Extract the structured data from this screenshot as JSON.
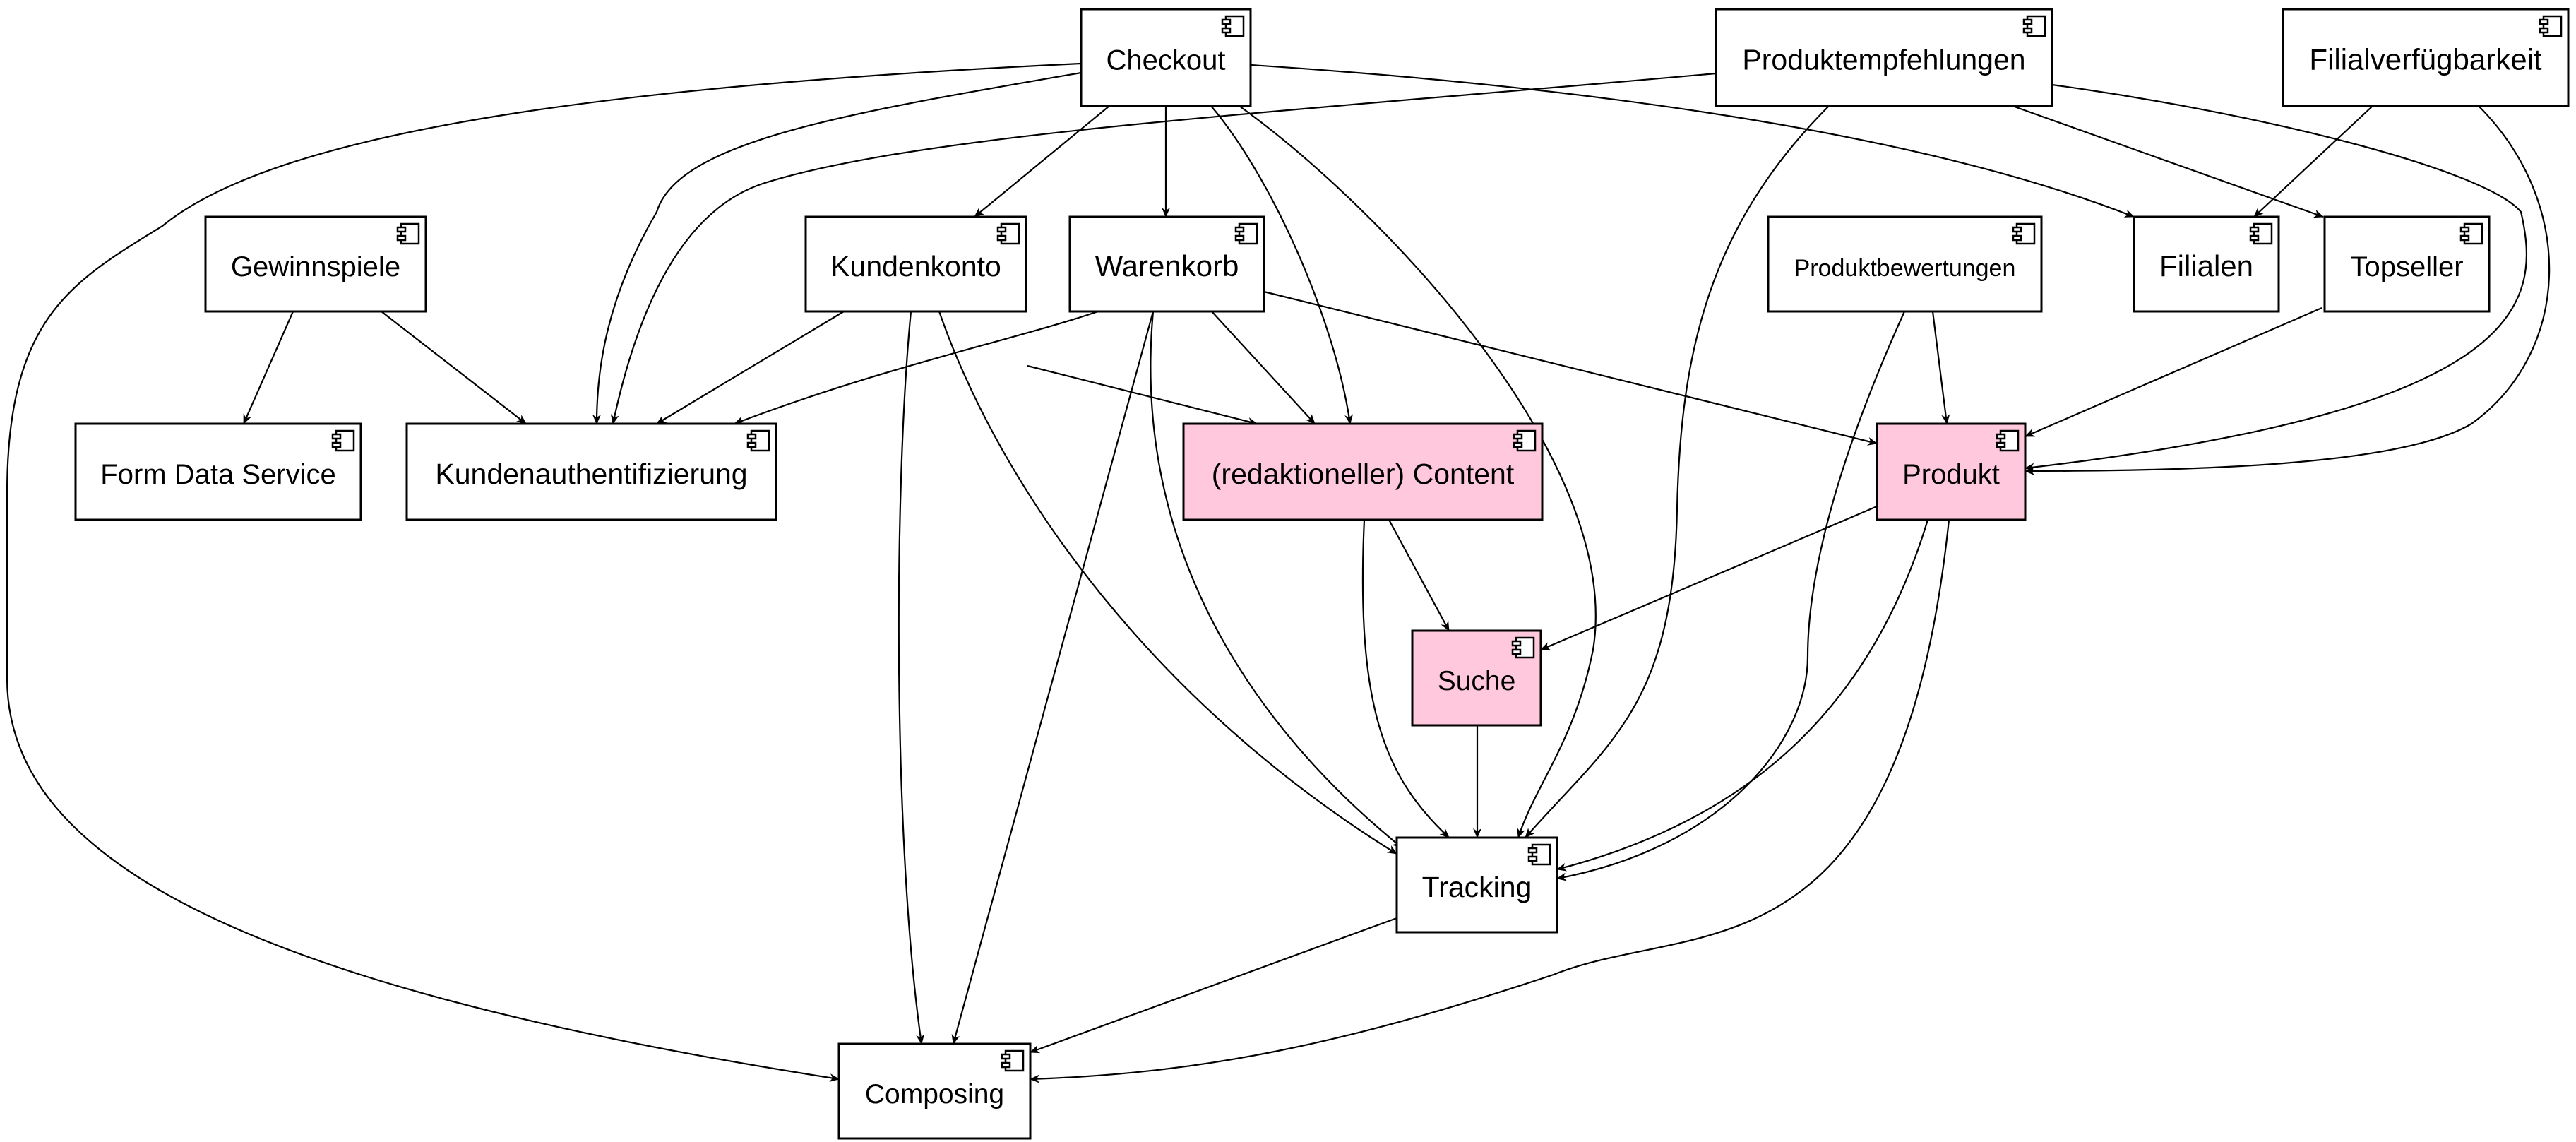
{
  "diagram": {
    "colors": {
      "highlight_fill": "#ffc8dc",
      "default_fill": "#ffffff",
      "stroke": "#000000"
    },
    "icon": "component-icon",
    "nodes": [
      {
        "id": "checkout",
        "label": "Checkout",
        "highlighted": false
      },
      {
        "id": "produktempfehlungen",
        "label": "Produktempfehlungen",
        "highlighted": false
      },
      {
        "id": "filialverfuegbarkeit",
        "label": "Filialverfügbarkeit",
        "highlighted": false
      },
      {
        "id": "gewinnspiele",
        "label": "Gewinnspiele",
        "highlighted": false
      },
      {
        "id": "kundenkonto",
        "label": "Kundenkonto",
        "highlighted": false
      },
      {
        "id": "warenkorb",
        "label": "Warenkorb",
        "highlighted": false
      },
      {
        "id": "produktbewertungen",
        "label": "Produktbewertungen",
        "highlighted": false
      },
      {
        "id": "filialen",
        "label": "Filialen",
        "highlighted": false
      },
      {
        "id": "topseller",
        "label": "Topseller",
        "highlighted": false
      },
      {
        "id": "form-data-service",
        "label": "Form Data Service",
        "highlighted": false
      },
      {
        "id": "kundenauthentifizierung",
        "label": "Kundenauthentifizierung",
        "highlighted": false
      },
      {
        "id": "content",
        "label": "(redaktioneller) Content",
        "highlighted": true
      },
      {
        "id": "produkt",
        "label": "Produkt",
        "highlighted": true
      },
      {
        "id": "suche",
        "label": "Suche",
        "highlighted": true
      },
      {
        "id": "tracking",
        "label": "Tracking",
        "highlighted": false
      },
      {
        "id": "composing",
        "label": "Composing",
        "highlighted": false
      }
    ],
    "edges": [
      {
        "from": "checkout",
        "to": "kundenkonto"
      },
      {
        "from": "checkout",
        "to": "warenkorb"
      },
      {
        "from": "checkout",
        "to": "content"
      },
      {
        "from": "checkout",
        "to": "tracking"
      },
      {
        "from": "checkout",
        "to": "filialen"
      },
      {
        "from": "checkout",
        "to": "kundenauthentifizierung"
      },
      {
        "from": "checkout",
        "to": "composing"
      },
      {
        "from": "produktempfehlungen",
        "to": "kundenauthentifizierung"
      },
      {
        "from": "produktempfehlungen",
        "to": "tracking"
      },
      {
        "from": "produktempfehlungen",
        "to": "topseller"
      },
      {
        "from": "produktempfehlungen",
        "to": "produkt"
      },
      {
        "from": "filialverfuegbarkeit",
        "to": "filialen"
      },
      {
        "from": "filialverfuegbarkeit",
        "to": "produkt"
      },
      {
        "from": "gewinnspiele",
        "to": "form-data-service"
      },
      {
        "from": "gewinnspiele",
        "to": "kundenauthentifizierung"
      },
      {
        "from": "kundenkonto",
        "to": "kundenauthentifizierung"
      },
      {
        "from": "kundenkonto",
        "to": "content"
      },
      {
        "from": "kundenkonto",
        "to": "tracking"
      },
      {
        "from": "kundenkonto",
        "to": "composing"
      },
      {
        "from": "warenkorb",
        "to": "kundenauthentifizierung"
      },
      {
        "from": "warenkorb",
        "to": "content"
      },
      {
        "from": "warenkorb",
        "to": "produkt"
      },
      {
        "from": "warenkorb",
        "to": "tracking"
      },
      {
        "from": "warenkorb",
        "to": "composing"
      },
      {
        "from": "produktbewertungen",
        "to": "produkt"
      },
      {
        "from": "produktbewertungen",
        "to": "tracking"
      },
      {
        "from": "topseller",
        "to": "produkt"
      },
      {
        "from": "content",
        "to": "suche"
      },
      {
        "from": "content",
        "to": "tracking"
      },
      {
        "from": "produkt",
        "to": "suche"
      },
      {
        "from": "produkt",
        "to": "tracking"
      },
      {
        "from": "produkt",
        "to": "composing"
      },
      {
        "from": "suche",
        "to": "tracking"
      },
      {
        "from": "tracking",
        "to": "composing"
      }
    ]
  }
}
